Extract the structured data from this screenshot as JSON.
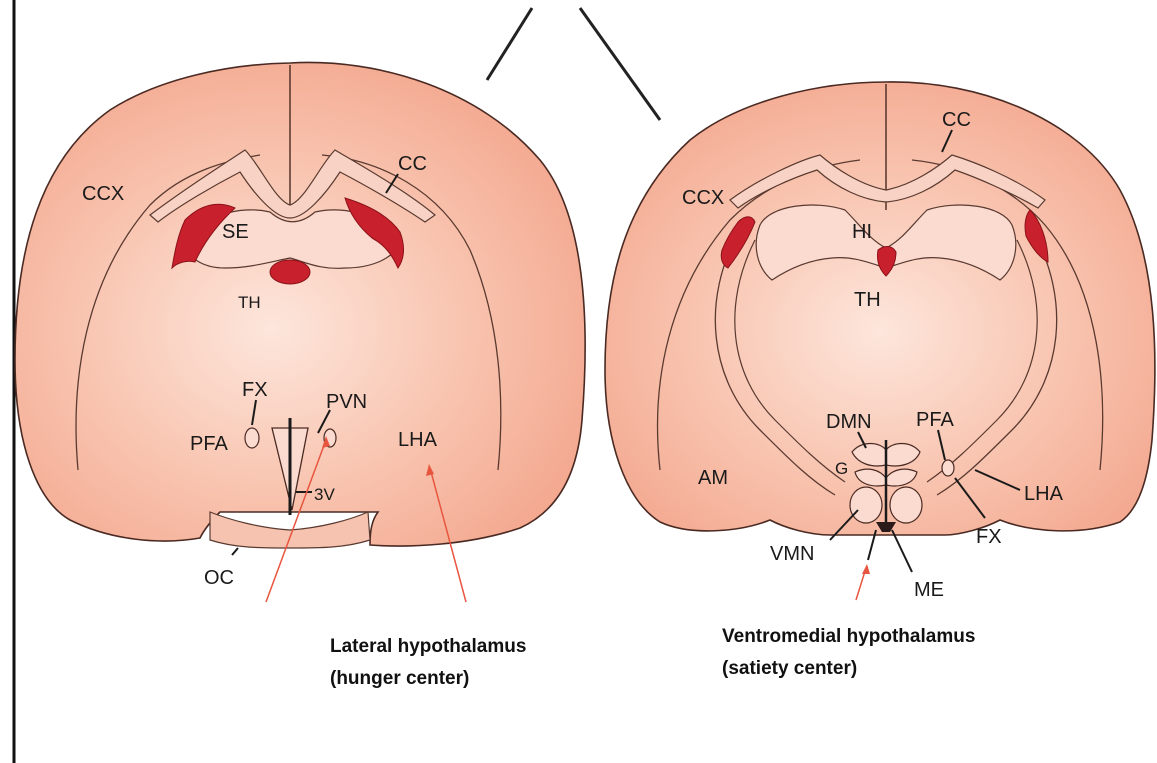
{
  "colors": {
    "tissue_light": "#fde2d6",
    "tissue_mid": "#f8bca6",
    "tissue_dark": "#f2a187",
    "ventricle_red": "#c8202c",
    "outline": "#4a2a22",
    "pointer_arrow": "#e8553f"
  },
  "left_section": {
    "labels": {
      "ccx": "CCX",
      "cc": "CC",
      "se": "SE",
      "th": "TH",
      "fx": "FX",
      "pfa": "PFA",
      "pvn": "PVN",
      "lha": "LHA",
      "v3": "3V",
      "oc": "OC"
    },
    "caption_line1": "Lateral hypothalamus",
    "caption_line2": "(hunger center)"
  },
  "right_section": {
    "labels": {
      "ccx": "CCX",
      "cc": "CC",
      "hi": "HI",
      "th": "TH",
      "dmn": "DMN",
      "pfa": "PFA",
      "am": "AM",
      "lha": "LHA",
      "fx": "FX",
      "vmn": "VMN",
      "me": "ME",
      "g": "G"
    },
    "caption_line1": "Ventromedial hypothalamus",
    "caption_line2": "(satiety center)"
  }
}
